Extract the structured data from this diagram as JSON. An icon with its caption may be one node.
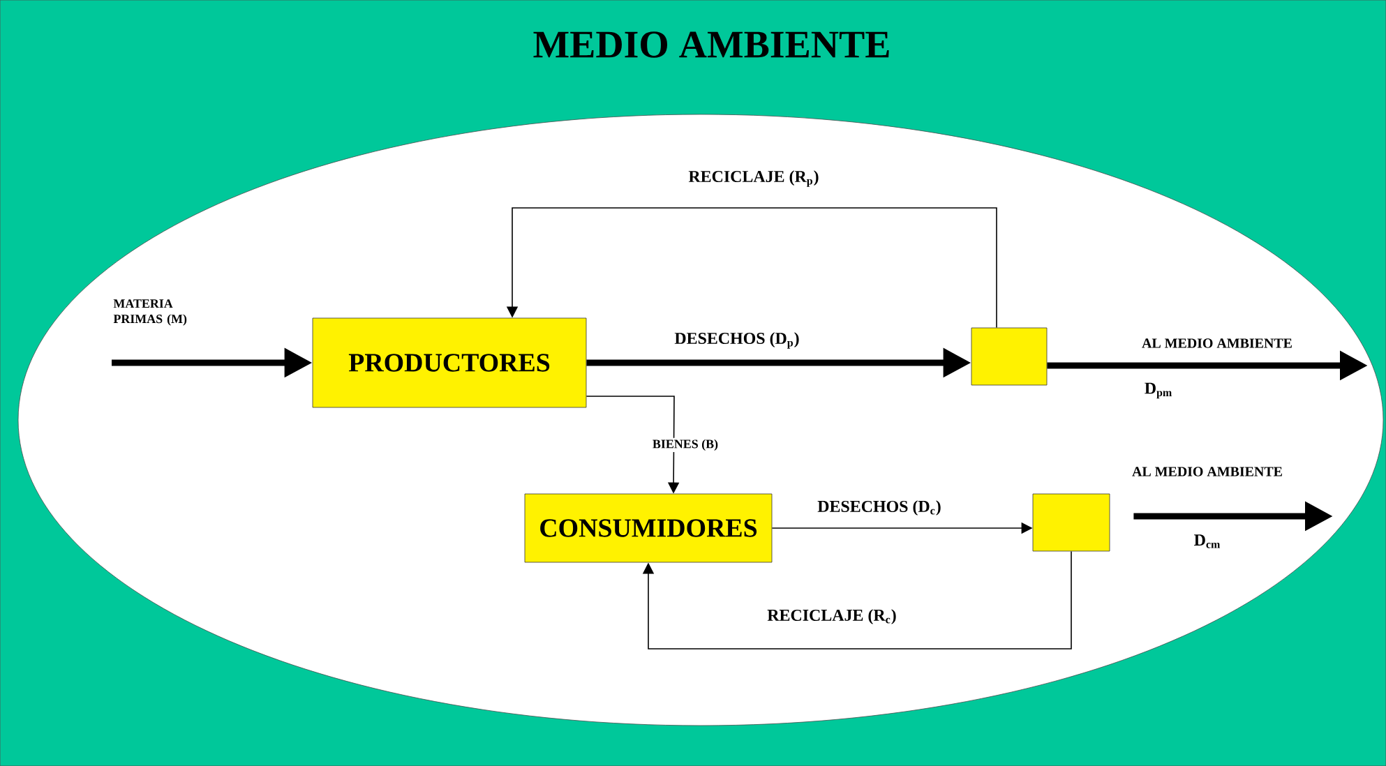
{
  "diagram": {
    "title": "MEDIO AMBIENTE",
    "nodes": [
      {
        "text": [
          "PRODUCTORES"
        ]
      },
      {
        "text": [],
        "shape": "box"
      },
      {
        "text": [
          "CONSUMIDORES"
        ]
      },
      {
        "text": [],
        "shape": "box"
      }
    ],
    "edges": [
      {
        "from": null,
        "to": 0,
        "arrow": "to",
        "label": "MATERIA PRIMAS (M)",
        "style": "thick"
      },
      {
        "from": 0,
        "to": 1,
        "arrow": "to",
        "label": "DESECHOS (D$_{p}$)",
        "style": "thick"
      },
      {
        "from": 1,
        "to": 0,
        "arrow": "to",
        "label": "RECICLAJE (R$_{p}$)"
      },
      {
        "from": 1,
        "to": null,
        "arrow": "to",
        "label": "AL MEDIO AMBIENTE",
        "style": "thick"
      },
      {
        "from": 0,
        "to": 2,
        "arrow": "to",
        "label": "BIENES (B)"
      },
      {
        "from": 2,
        "to": 3,
        "arrow": "to",
        "label": "DESECHOS (D$_{c}$)"
      },
      {
        "from": 3,
        "to": 2,
        "arrow": "to",
        "label": "RECICLAJE (R$_{c}$)"
      },
      {
        "from": 3,
        "to": null,
        "arrow": "to",
        "label": "AL MEDIO AMBIENTE",
        "style": "thick"
      }
    ],
    "labels": [
      "D$_{pm}$",
      "D$_{cm}$"
    ]
  }
}
